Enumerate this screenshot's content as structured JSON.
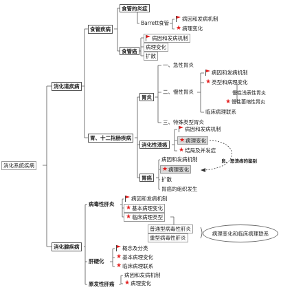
{
  "root": "消化系统疾病",
  "digestive_tract": {
    "label": "消化道疾病",
    "esophagus": {
      "label": "食管疾病",
      "reflux": "食管的炎症",
      "barrett": "Barrett食管",
      "barrett_items": [
        "病因和发病机制",
        "病理变化"
      ],
      "cancer": "食管癌",
      "cancer_items": [
        "病因和发病机制",
        "病理变化",
        "扩散"
      ]
    },
    "stomach_duodenum": {
      "label": "胃、十二指肠疾病",
      "gastritis": {
        "label": "胃炎",
        "acute": "一、急性胃炎",
        "chronic": "二、慢性胃炎",
        "chronic_items": [
          "病因和发病机制",
          "类型和病理变化"
        ],
        "chronic_types": [
          "慢性浅表性胃炎",
          "慢性萎缩性胃炎"
        ],
        "clinical": "临床病理联系",
        "special": "三、特殊类型胃炎"
      },
      "ulcer": {
        "label": "消化性溃疡",
        "items": [
          "病因和发病机制",
          "病理变化",
          "结局及并发症"
        ]
      },
      "note": "良、恶溃疡的鉴别",
      "gastric_cancer": {
        "label": "胃癌",
        "items": [
          "病因和发病机制",
          "病理变化",
          "扩散",
          "胃癌的组织发生"
        ]
      }
    }
  },
  "digestive_gland": {
    "label": "消化腺疾病",
    "hepatitis": {
      "label": "病毒性肝炎",
      "items": [
        "病因和发病机制",
        "基本病理变化",
        "临床病理类型"
      ],
      "types": [
        "普通型病毒性肝炎",
        "重型病毒性肝炎"
      ],
      "callout": "病理变化和临床病理联系"
    },
    "cirrhosis": {
      "label": "肝硬化",
      "items": [
        "概念及分类",
        "基本病理变化",
        "临床病理联系"
      ]
    },
    "liver_cancer": {
      "label": "原发性肝癌",
      "items": [
        "病因和发病机制",
        "病理变化"
      ]
    }
  }
}
